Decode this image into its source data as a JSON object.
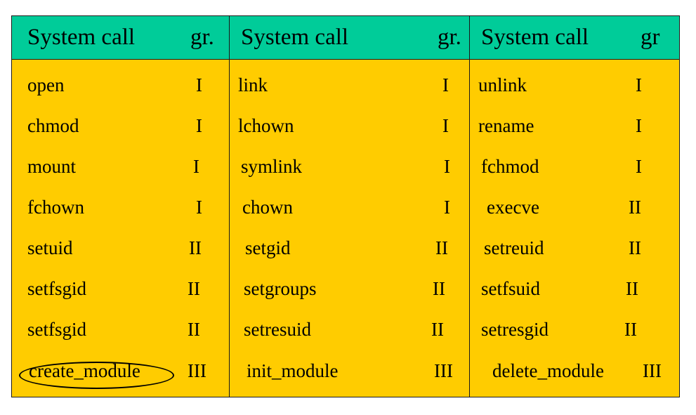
{
  "columns": [
    {
      "header_call": "System call",
      "header_group": "gr."
    },
    {
      "header_call": "System call",
      "header_group": "gr."
    },
    {
      "header_call": "System call",
      "header_group": "gr"
    }
  ],
  "rows": [
    [
      [
        "open",
        "I"
      ],
      [
        "link",
        "I"
      ],
      [
        "unlink",
        "I"
      ]
    ],
    [
      [
        "chmod",
        "I"
      ],
      [
        "lchown",
        "I"
      ],
      [
        "rename",
        "I"
      ]
    ],
    [
      [
        "mount",
        "I"
      ],
      [
        "symlink",
        "I"
      ],
      [
        "fchmod",
        "I"
      ]
    ],
    [
      [
        "fchown",
        "I"
      ],
      [
        "chown",
        "I"
      ],
      [
        "execve",
        "II"
      ]
    ],
    [
      [
        "setuid",
        "II"
      ],
      [
        "setgid",
        "II"
      ],
      [
        "setreuid",
        "II"
      ]
    ],
    [
      [
        "setfsgid",
        "II"
      ],
      [
        "setgroups",
        "II"
      ],
      [
        "setfsuid",
        "II"
      ]
    ],
    [
      [
        "setfsgid",
        "II"
      ],
      [
        "setresuid",
        "II"
      ],
      [
        "setresgid",
        "II"
      ]
    ],
    [
      [
        "create_module",
        "III"
      ],
      [
        "init_module",
        "III"
      ],
      [
        "delete_module",
        "III"
      ]
    ]
  ],
  "colors": {
    "header_bg": "#00cc99",
    "body_bg": "#ffcc00",
    "border": "#1a1a1a"
  }
}
